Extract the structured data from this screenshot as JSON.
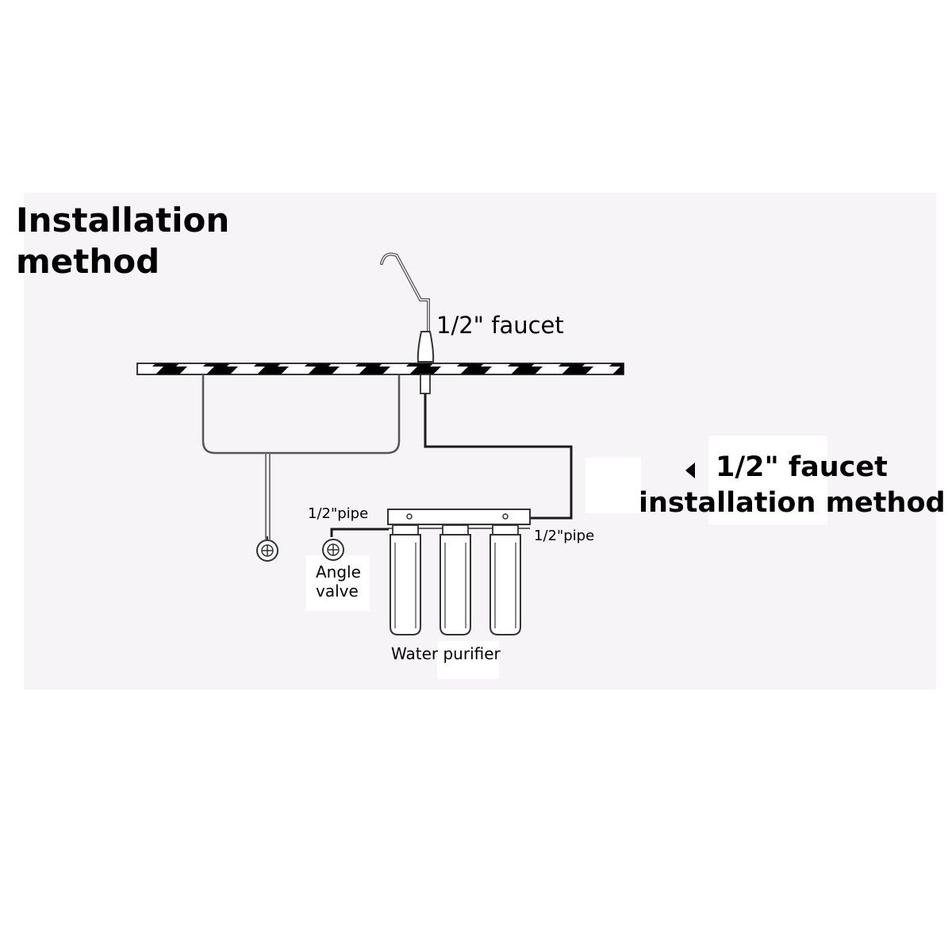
{
  "title": {
    "line1": "Installation",
    "line2": "method"
  },
  "labels": {
    "faucet": "1/2\" faucet",
    "pipe_left": "1/2\"pipe",
    "pipe_right": "1/2\"pipe",
    "angle_valve_line1": "Angle",
    "angle_valve_line2": "valve",
    "water_purifier": "Water purifier"
  },
  "heading": {
    "line1": "1/2\" faucet",
    "line2": "installation method"
  },
  "colors": {
    "panel": "#f7f4f7",
    "line": "#1a1a1a",
    "stripe": "#000000",
    "background": "#ffffff"
  },
  "icons": [
    "faucet-icon",
    "sink-icon",
    "angle-valve-icon",
    "drain-valve-icon",
    "filter-canister-icon",
    "pointer-triangle-icon"
  ]
}
